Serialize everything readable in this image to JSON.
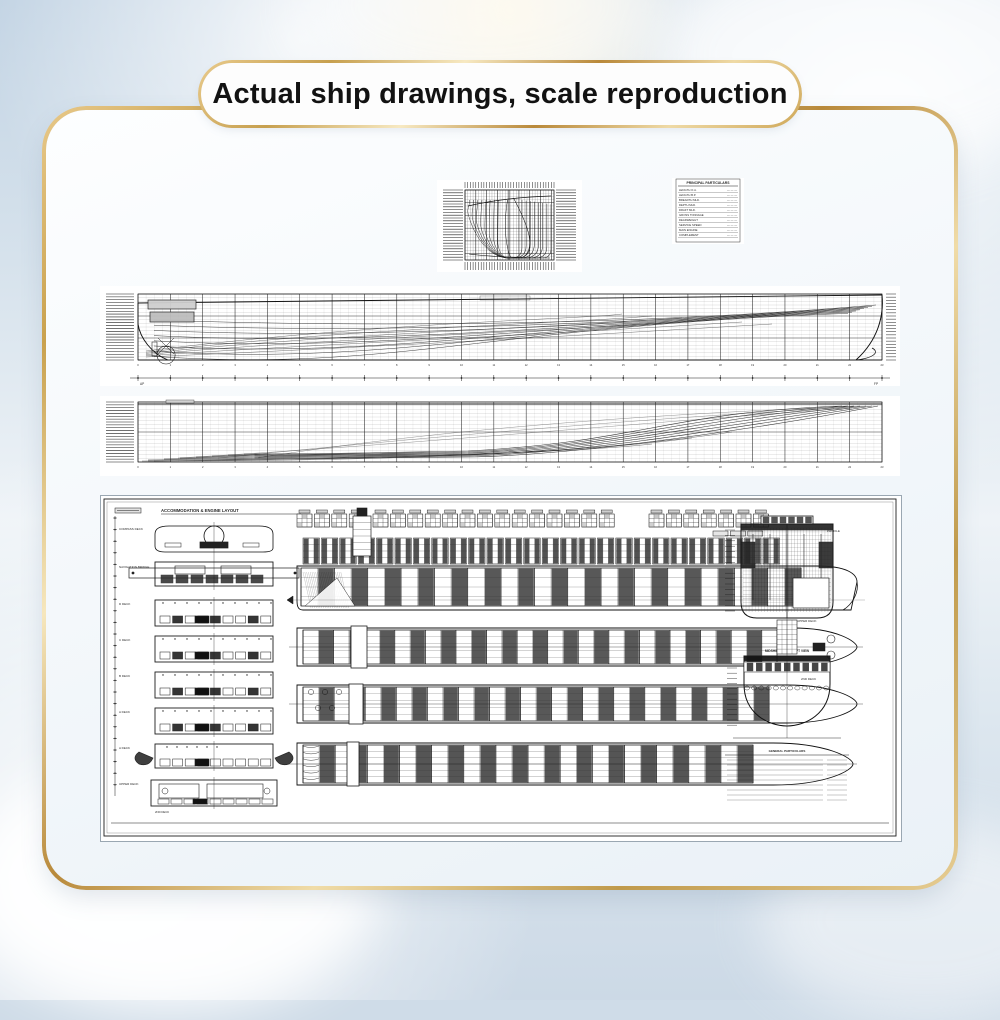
{
  "page": {
    "background_top_color": "#c3d4e4",
    "background_bottom_color": "#ccd9e6",
    "card_color": "#fbfdff",
    "frame_accent_color": "#c9a14e",
    "ink_color": "#1a1a1a"
  },
  "banner": {
    "title": "Actual ship drawings, scale reproduction"
  },
  "drawing": {
    "subject": "container ship general arrangement and lines plan",
    "panels": [
      {
        "id": "body-plan",
        "name": "Body Plan (sections)",
        "caption": ""
      },
      {
        "id": "sheer-plan",
        "name": "Sheer Plan (profile lines)",
        "caption": ""
      },
      {
        "id": "halfbreadth-plan",
        "name": "Half-Breadth Plan (waterlines)",
        "caption": ""
      },
      {
        "id": "ga-sheet",
        "name": "General Arrangement Sheet",
        "caption": ""
      }
    ],
    "particulars_table": {
      "title": "PRINCIPAL PARTICULARS",
      "rows": [
        {
          "label": "LENGTH O.A.",
          "value": ""
        },
        {
          "label": "LENGTH B.P.",
          "value": ""
        },
        {
          "label": "BREADTH MLD.",
          "value": ""
        },
        {
          "label": "DEPTH MLD.",
          "value": ""
        },
        {
          "label": "DRAFT MLD.",
          "value": ""
        },
        {
          "label": "GROSS TONNAGE",
          "value": ""
        },
        {
          "label": "DEADWEIGHT",
          "value": ""
        },
        {
          "label": "SERVICE SPEED",
          "value": ""
        },
        {
          "label": "MAIN ENGINE",
          "value": ""
        },
        {
          "label": "COMPLEMENT",
          "value": ""
        }
      ]
    },
    "ga_labels": {
      "sheet_title": "ACCOMMODATION & ENGINE LAYOUT",
      "decks": [
        "COMPASS DECK",
        "NAVIGATION BRIDGE",
        "D DECK",
        "C DECK",
        "B DECK",
        "A DECK",
        "UPPER DECK",
        "2ND DECK"
      ],
      "sections": [
        "MIDSHIP SECTION",
        "MIDSHIP SECTION AFT VIEW",
        "UPPER DECK",
        "2ND DECK",
        "PROFILE"
      ],
      "notes_title": "GENERAL PARTICULARS"
    }
  }
}
